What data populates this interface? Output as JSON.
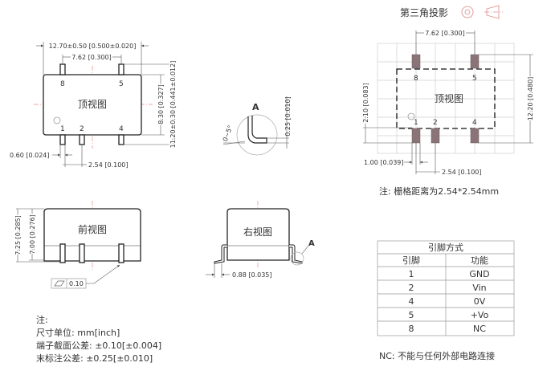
{
  "projection": {
    "title": "第三角投影",
    "symbol_icon": "third-angle-projection-icon"
  },
  "top_view": {
    "title": "顶视图",
    "pins": [
      "1",
      "2",
      "4",
      "5",
      "8"
    ],
    "dim_width": "12.70±0.50 [0.500±0.020]",
    "dim_pin_span": "7.62 [0.300]",
    "dim_body_height": "8.30 [0.327]",
    "dim_total_height": "11.20±0.30 [0.441±0.012]",
    "dim_pin_width": "0.60 [0.024]",
    "dim_pitch": "2.54 [0.100]"
  },
  "detail_a": {
    "label": "A",
    "angle": "0~5°",
    "dim_thickness": "0.25 [0.010]"
  },
  "front_view": {
    "title": "前视图",
    "dim_total": "7.25 [0.285]",
    "dim_body": "7.00 [0.276]",
    "flatness": "0.10"
  },
  "right_view": {
    "title": "右视图",
    "detail_label": "A",
    "dim_lead": "0.88 [0.035]"
  },
  "notes": {
    "heading": "注:",
    "lines": [
      "尺寸单位: mm[inch]",
      "端子截面公差: ±0.10[±0.004]",
      "末标注公差: ±0.25[±0.010]"
    ]
  },
  "footprint": {
    "title": "顶视图",
    "pins": [
      "1",
      "2",
      "4",
      "5",
      "8"
    ],
    "dim_pin_span": "7.62 [0.300]",
    "dim_height": "12.20 [0.480]",
    "dim_pad_offset": "2.10 [0.083]",
    "dim_pad_width": "1.00 [0.039]",
    "dim_pitch": "2.54 [0.100]",
    "grid_note": "注: 栅格距离为2.54*2.54mm"
  },
  "pin_table": {
    "title": "引脚方式",
    "headers": [
      "引脚",
      "功能"
    ],
    "rows": [
      [
        "1",
        "GND"
      ],
      [
        "2",
        "Vin"
      ],
      [
        "4",
        "0V"
      ],
      [
        "5",
        "+Vo"
      ],
      [
        "8",
        "NC"
      ]
    ]
  },
  "nc_note": "NC: 不能与任何外部电路连接"
}
